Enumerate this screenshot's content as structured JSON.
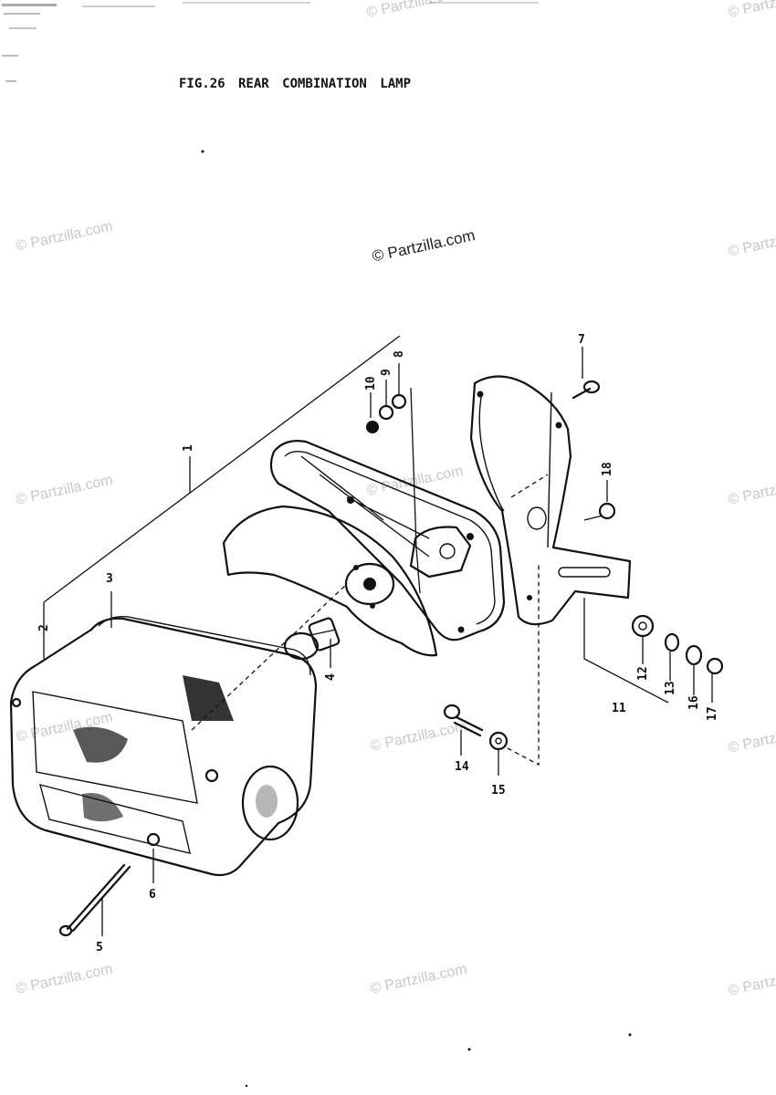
{
  "title": "FIG.26  REAR COMBINATION LAMP",
  "watermark_text": "© Partzilla.com",
  "callouts": [
    {
      "id": "c1",
      "label": "1"
    },
    {
      "id": "c2",
      "label": "2"
    },
    {
      "id": "c3",
      "label": "3"
    },
    {
      "id": "c4",
      "label": "4"
    },
    {
      "id": "c5",
      "label": "5"
    },
    {
      "id": "c6",
      "label": "6"
    },
    {
      "id": "c7",
      "label": "7"
    },
    {
      "id": "c8",
      "label": "8"
    },
    {
      "id": "c9",
      "label": "9"
    },
    {
      "id": "c10",
      "label": "10"
    },
    {
      "id": "c11",
      "label": "11"
    },
    {
      "id": "c12",
      "label": "12"
    },
    {
      "id": "c13",
      "label": "13"
    },
    {
      "id": "c14",
      "label": "14"
    },
    {
      "id": "c15",
      "label": "15"
    },
    {
      "id": "c16",
      "label": "16"
    },
    {
      "id": "c17",
      "label": "17"
    },
    {
      "id": "c18",
      "label": "18"
    }
  ]
}
